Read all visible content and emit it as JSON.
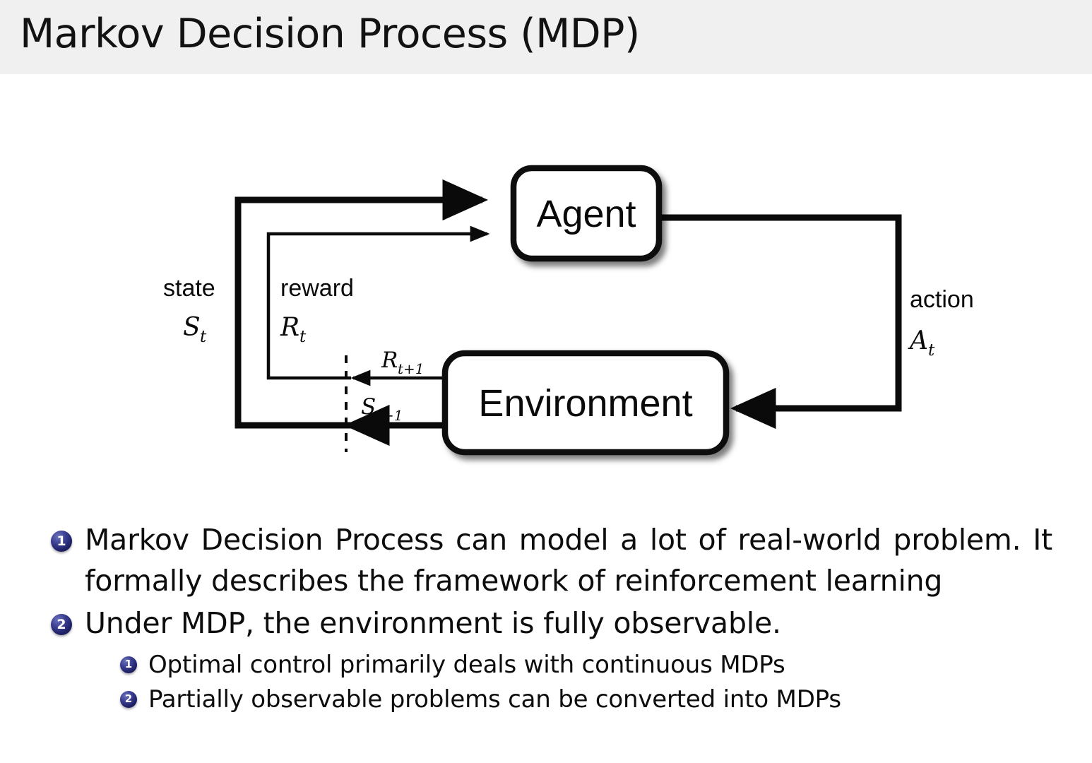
{
  "header": {
    "title": "Markov Decision Process (MDP)",
    "background": "#f0f0f0"
  },
  "theme": {
    "body_background": "#ffffff",
    "text_color": "#0d0d0d",
    "bullet_badge_color": "#202268",
    "diagram_stroke": "#0a0a0a"
  },
  "diagram": {
    "name": "agent-environment-interaction-loop",
    "nodes": [
      {
        "id": "agent",
        "label": "Agent"
      },
      {
        "id": "environment",
        "label": "Environment"
      }
    ],
    "edge_labels": {
      "state_word": "state",
      "state_symbol": "S",
      "state_symbol_sub": "t",
      "reward_word": "reward",
      "reward_symbol": "R",
      "reward_symbol_sub": "t",
      "action_word": "action",
      "action_symbol": "A",
      "action_symbol_sub": "t",
      "next_reward_symbol": "R",
      "next_reward_sub": "t+1",
      "next_state_symbol": "S",
      "next_state_sub": "t+1"
    }
  },
  "bullets": [
    {
      "number": "1",
      "level": 1,
      "text": "Markov Decision Process can model a lot of real-world problem. It formally describes the framework of reinforcement learning"
    },
    {
      "number": "2",
      "level": 1,
      "text": "Under MDP, the environment is fully observable."
    },
    {
      "number": "1",
      "level": 2,
      "text": "Optimal control primarily deals with continuous MDPs"
    },
    {
      "number": "2",
      "level": 2,
      "text": "Partially observable problems can be converted into MDPs"
    }
  ]
}
